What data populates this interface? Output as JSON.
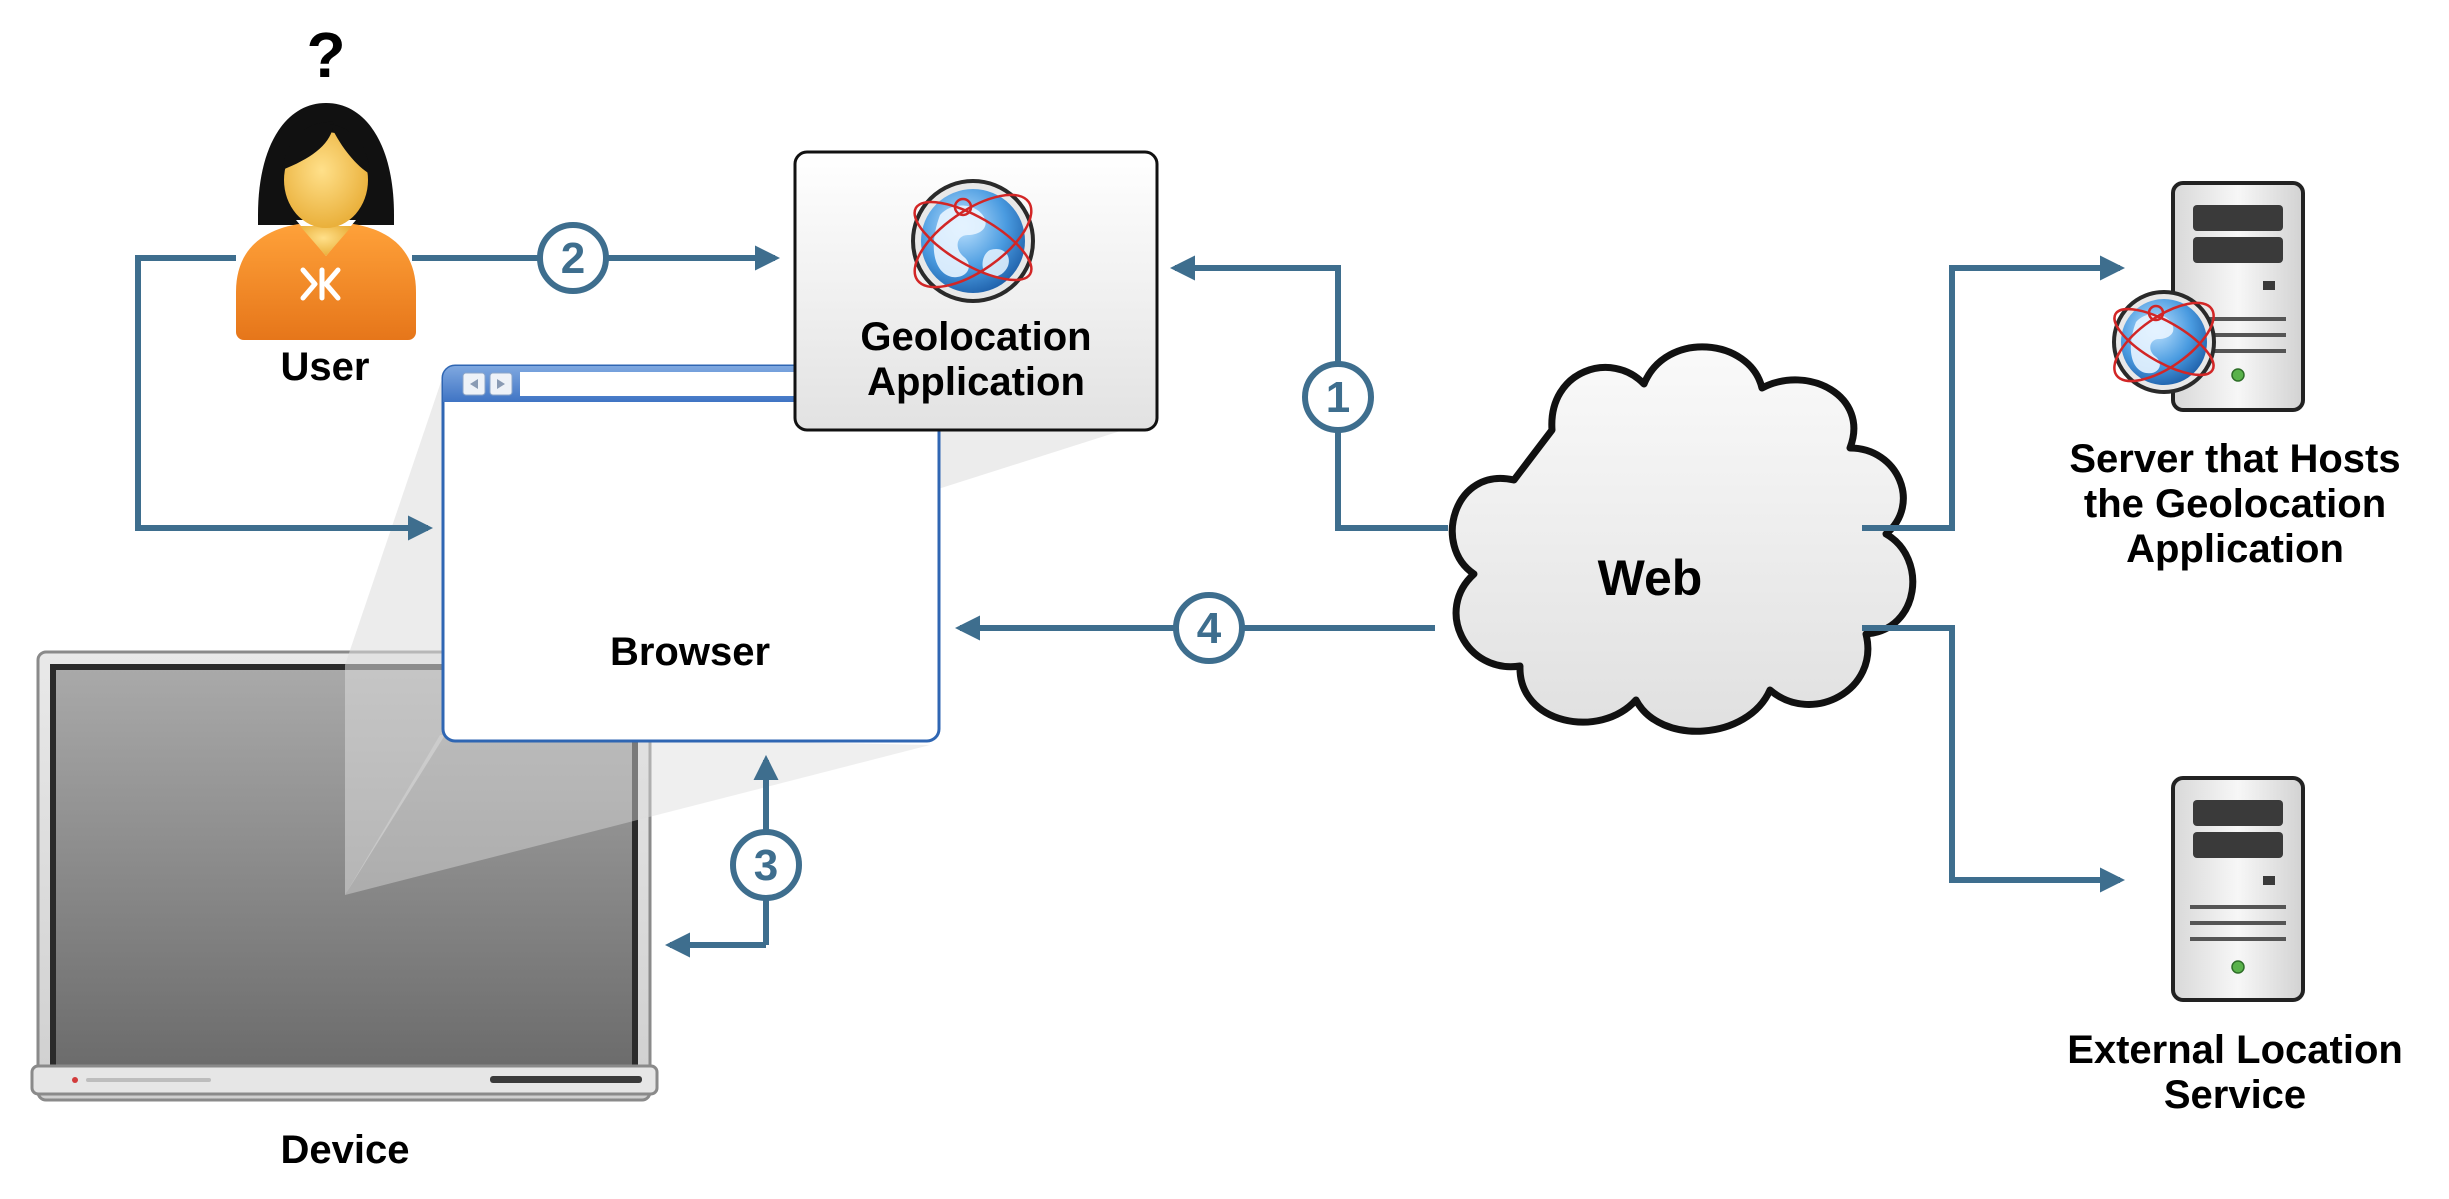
{
  "labels": {
    "question_mark": "?",
    "user": "User",
    "geolocation_app": "Geolocation\nApplication",
    "browser": "Browser",
    "device": "Device",
    "web": "Web",
    "server": "Server that Hosts\nthe Geolocation\nApplication",
    "external_service": "External Location\nService"
  },
  "steps": [
    "1",
    "2",
    "3",
    "4"
  ],
  "icons": [
    "user-icon",
    "globe-icon",
    "browser-window-icon",
    "laptop-icon",
    "cloud-icon",
    "server-icon"
  ],
  "colors": {
    "arrow": "#3e6e8e",
    "user_shirt": "#f28a1f",
    "user_skin": "#f2c04a",
    "cloud_fill": "#efefef"
  }
}
